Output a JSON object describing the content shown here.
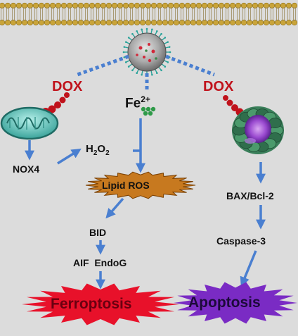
{
  "labels": {
    "dox_left": "DOX",
    "dox_right": "DOX",
    "fe": "Fe",
    "fe_charge": "2+",
    "nox4": "NOX4",
    "h2o2_main": "H",
    "h2o2_sub": "2",
    "h2o2_o": "O",
    "h2o2_sub2": "2",
    "lipid_ros": "Lipid ROS",
    "bid": "BID",
    "aif_endog": "AIF  EndoG",
    "bax_bcl2": "BAX/Bcl-2",
    "caspase3": "Caspase-3",
    "ferroptosis": "Ferroptosis",
    "apoptosis": "Apoptosis"
  },
  "colors": {
    "membrane_head": "#c9a43a",
    "arrow": "#4a7fd0",
    "dox_red": "#c0121b",
    "ferroptosis_fill": "#e8112a",
    "apoptosis_fill": "#7a2bc4",
    "lipid_fill": "#c7791f"
  }
}
